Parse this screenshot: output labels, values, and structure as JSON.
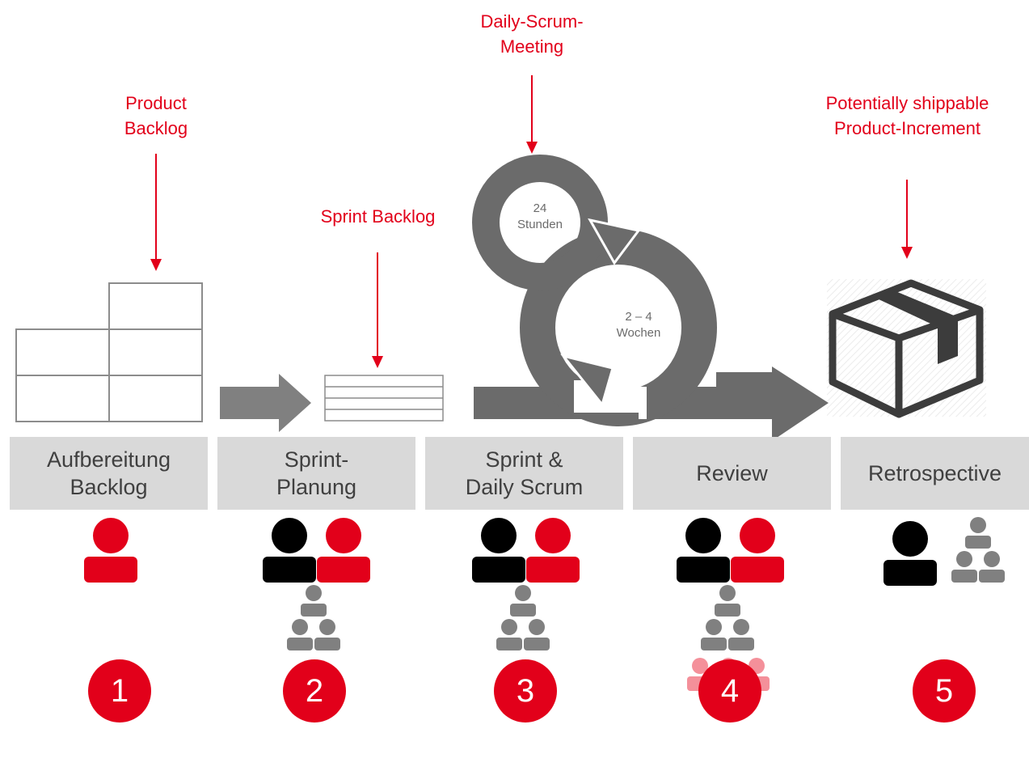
{
  "annotations": {
    "product_backlog": "Product\nBacklog",
    "sprint_backlog": "Sprint Backlog",
    "daily_scrum_meeting": "Daily-Scrum-\nMeeting",
    "increment": "Potentially shippable\nProduct-Increment"
  },
  "cycle": {
    "inner_label": "24\nStunden",
    "outer_label": "2 – 4\nWochen"
  },
  "stages": [
    {
      "label": "Aufbereitung\nBacklog",
      "number": "1"
    },
    {
      "label": "Sprint-\nPlanung",
      "number": "2"
    },
    {
      "label": "Sprint &\nDaily Scrum",
      "number": "3"
    },
    {
      "label": "Review",
      "number": "4"
    },
    {
      "label": "Retrospective",
      "number": "5"
    }
  ],
  "colors": {
    "accent_red": "#e2001a",
    "light_red": "#f4909a",
    "dark_gray": "#6b6b6b",
    "mid_gray": "#808080",
    "box_gray": "#d9d9d9",
    "black": "#000000"
  }
}
